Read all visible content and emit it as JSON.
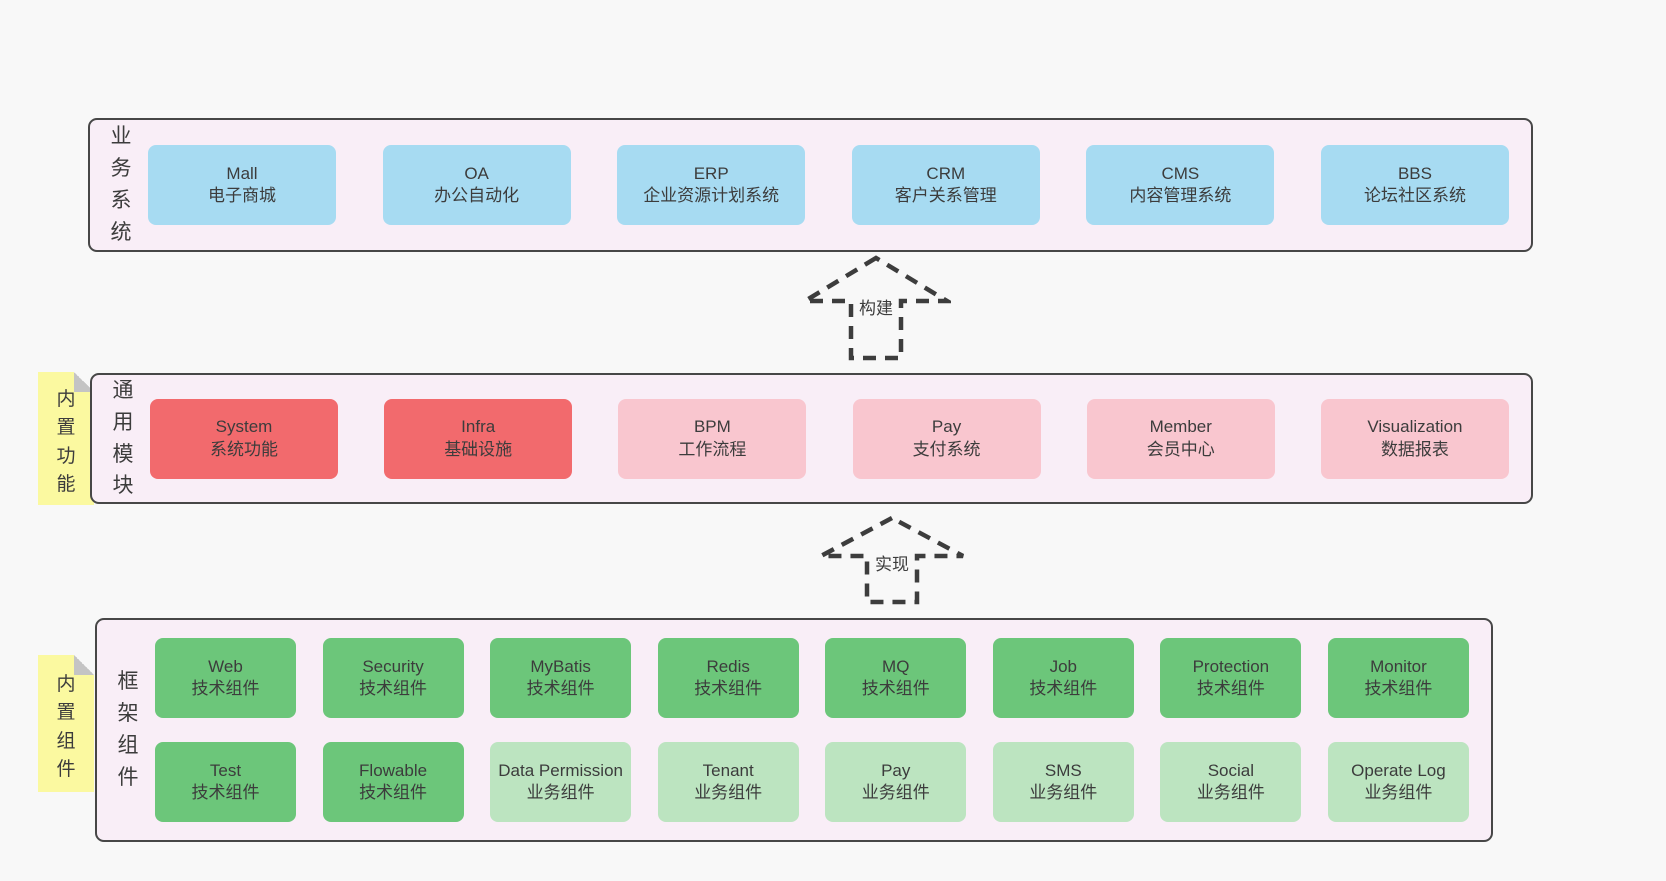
{
  "arrows": [
    {
      "label": "构建"
    },
    {
      "label": "实现"
    }
  ],
  "bands": [
    {
      "side_label": "业务系统",
      "boxes": [
        {
          "name": "Mall",
          "desc": "电子商城",
          "color": "blue"
        },
        {
          "name": "OA",
          "desc": "办公自动化",
          "color": "blue"
        },
        {
          "name": "ERP",
          "desc": "企业资源计划系统",
          "color": "blue"
        },
        {
          "name": "CRM",
          "desc": "客户关系管理",
          "color": "blue"
        },
        {
          "name": "CMS",
          "desc": "内容管理系统",
          "color": "blue"
        },
        {
          "name": "BBS",
          "desc": "论坛社区系统",
          "color": "blue"
        }
      ]
    },
    {
      "side_label": "通用模块",
      "sticky_note": "内置功能",
      "boxes": [
        {
          "name": "System",
          "desc": "系统功能",
          "color": "red"
        },
        {
          "name": "Infra",
          "desc": "基础设施",
          "color": "red"
        },
        {
          "name": "BPM",
          "desc": "工作流程",
          "color": "pink"
        },
        {
          "name": "Pay",
          "desc": "支付系统",
          "color": "pink"
        },
        {
          "name": "Member",
          "desc": "会员中心",
          "color": "pink"
        },
        {
          "name": "Visualization",
          "desc": "数据报表",
          "color": "pink"
        }
      ]
    },
    {
      "side_label": "框架组件",
      "sticky_note": "内置组件",
      "rows": [
        [
          {
            "name": "Web",
            "desc": "技术组件",
            "color": "green"
          },
          {
            "name": "Security",
            "desc": "技术组件",
            "color": "green"
          },
          {
            "name": "MyBatis",
            "desc": "技术组件",
            "color": "green"
          },
          {
            "name": "Redis",
            "desc": "技术组件",
            "color": "green"
          },
          {
            "name": "MQ",
            "desc": "技术组件",
            "color": "green"
          },
          {
            "name": "Job",
            "desc": "技术组件",
            "color": "green"
          },
          {
            "name": "Protection",
            "desc": "技术组件",
            "color": "green"
          },
          {
            "name": "Monitor",
            "desc": "技术组件",
            "color": "green"
          }
        ],
        [
          {
            "name": "Test",
            "desc": "技术组件",
            "color": "green"
          },
          {
            "name": "Flowable",
            "desc": "技术组件",
            "color": "green"
          },
          {
            "name": "Data Permission",
            "desc": "业务组件",
            "color": "lgreen"
          },
          {
            "name": "Tenant",
            "desc": "业务组件",
            "color": "lgreen"
          },
          {
            "name": "Pay",
            "desc": "业务组件",
            "color": "lgreen"
          },
          {
            "name": "SMS",
            "desc": "业务组件",
            "color": "lgreen"
          },
          {
            "name": "Social",
            "desc": "业务组件",
            "color": "lgreen"
          },
          {
            "name": "Operate Log",
            "desc": "业务组件",
            "color": "lgreen"
          }
        ]
      ]
    }
  ],
  "colors": {
    "background": "#f8f8f8",
    "band_fill": "#f9eef7",
    "band_border": "#474747",
    "blue_box": "#a7dbf2",
    "red_box": "#f26a6d",
    "pink_box": "#f9c6cf",
    "green_box": "#6cc67a",
    "light_green_box": "#bce4c0",
    "sticky_yellow": "#fbf9a0",
    "text": "#3c3c3c",
    "arrow_stroke": "#3d3d3d"
  }
}
